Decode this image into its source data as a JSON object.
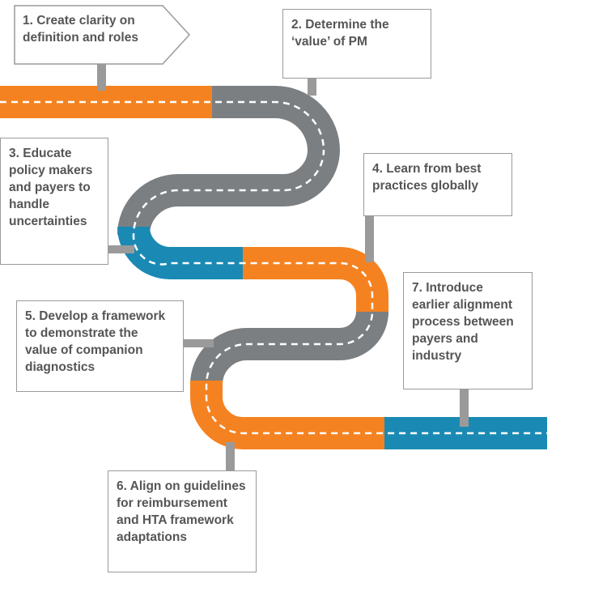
{
  "colors": {
    "orange": "#f58220",
    "gray": "#7b7f82",
    "blue": "#1a8ab4",
    "dash": "#ffffff",
    "border": "#9a9a9a",
    "text": "#555555"
  },
  "steps": [
    {
      "label": "1. Create clarity on\ndefinition and roles"
    },
    {
      "label": "2. Determine the\n‘value’ of PM"
    },
    {
      "label": "3. Educate\npolicy makers\nand payers to\nhandle\nuncertainties"
    },
    {
      "label": "4. Learn from best\npractices globally"
    },
    {
      "label": "5. Develop a framework\nto demonstrate the\nvalue of companion\ndiagnostics"
    },
    {
      "label": "6. Align on guidelines\nfor reimbursement\nand HTA framework\nadaptations"
    },
    {
      "label": "7. Introduce\nearlier alignment\nprocess between\npayers and\nindustry"
    }
  ]
}
